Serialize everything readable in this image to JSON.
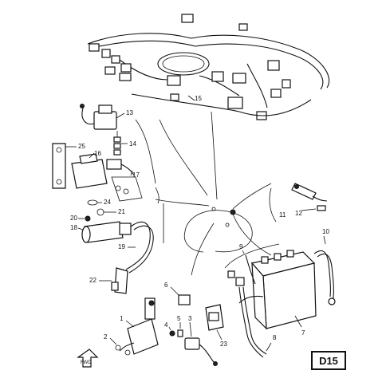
{
  "diagram_code": "D15",
  "front_marker": "FWD",
  "callouts": {
    "c1": "1",
    "c2": "2",
    "c3": "3",
    "c4": "4",
    "c5": "5",
    "c6": "6",
    "c7": "7",
    "c8": "8",
    "c9": "9",
    "c10": "10",
    "c11": "11",
    "c12": "12",
    "c13": "13",
    "c14": "14",
    "c15": "15",
    "c16": "16",
    "c17": "17",
    "c18": "18",
    "c19": "19",
    "c20": "20",
    "c21": "21",
    "c22": "22",
    "c23": "23",
    "c24": "24",
    "c25": "25"
  }
}
